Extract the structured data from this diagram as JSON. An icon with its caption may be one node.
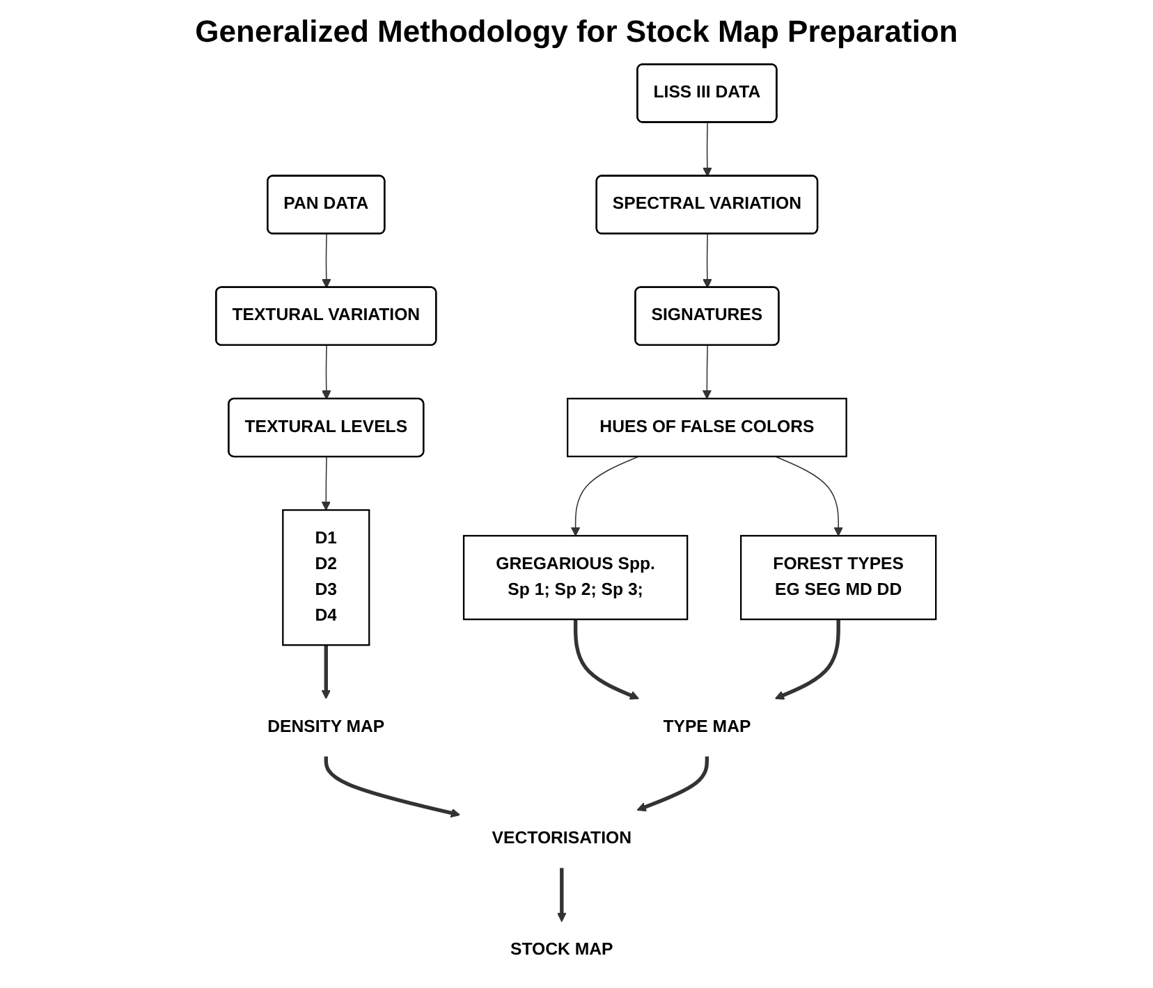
{
  "diagram": {
    "title": "Generalized Methodology for Stock Map Preparation",
    "nodes": [
      {
        "text": [
          "PAN DATA"
        ]
      },
      {
        "text": [
          "TEXTURAL VARIATION"
        ]
      },
      {
        "text": [
          "TEXTURAL LEVELS"
        ]
      },
      {
        "text": [
          "D1",
          "D2",
          "D3",
          "D4"
        ]
      },
      {
        "text": [
          "DENSITY MAP"
        ]
      },
      {
        "text": [
          "LISS III DATA"
        ]
      },
      {
        "text": [
          "SPECTRAL VARIATION"
        ]
      },
      {
        "text": [
          "SIGNATURES"
        ]
      },
      {
        "text": [
          "HUES OF FALSE COLORS"
        ]
      },
      {
        "text": [
          "GREGARIOUS Spp.",
          "Sp 1; Sp 2; Sp 3;"
        ]
      },
      {
        "text": [
          "FOREST TYPES",
          "EG SEG MD DD"
        ]
      },
      {
        "text": [
          "TYPE MAP"
        ]
      },
      {
        "text": [
          "VECTORISATION"
        ]
      },
      {
        "text": [
          "STOCK MAP"
        ]
      }
    ],
    "edges": [
      {
        "from": 0,
        "to": 1,
        "arrow": "to"
      },
      {
        "from": 1,
        "to": 2,
        "arrow": "to"
      },
      {
        "from": 2,
        "to": 3,
        "arrow": "to"
      },
      {
        "from": 3,
        "to": 4,
        "arrow": "to",
        "style": "thick"
      },
      {
        "from": 5,
        "to": 6,
        "arrow": "to"
      },
      {
        "from": 6,
        "to": 7,
        "arrow": "to"
      },
      {
        "from": 7,
        "to": 8,
        "arrow": "to"
      },
      {
        "from": 8,
        "to": 9,
        "arrow": "to"
      },
      {
        "from": 8,
        "to": 10,
        "arrow": "to"
      },
      {
        "from": 9,
        "to": 11,
        "arrow": "to",
        "style": "thick"
      },
      {
        "from": 10,
        "to": 11,
        "arrow": "to",
        "style": "thick"
      },
      {
        "from": 4,
        "to": 12,
        "arrow": "to",
        "style": "thick"
      },
      {
        "from": 11,
        "to": 12,
        "arrow": "to",
        "style": "thick"
      },
      {
        "from": 12,
        "to": 13,
        "arrow": "to",
        "style": "thick"
      }
    ]
  }
}
